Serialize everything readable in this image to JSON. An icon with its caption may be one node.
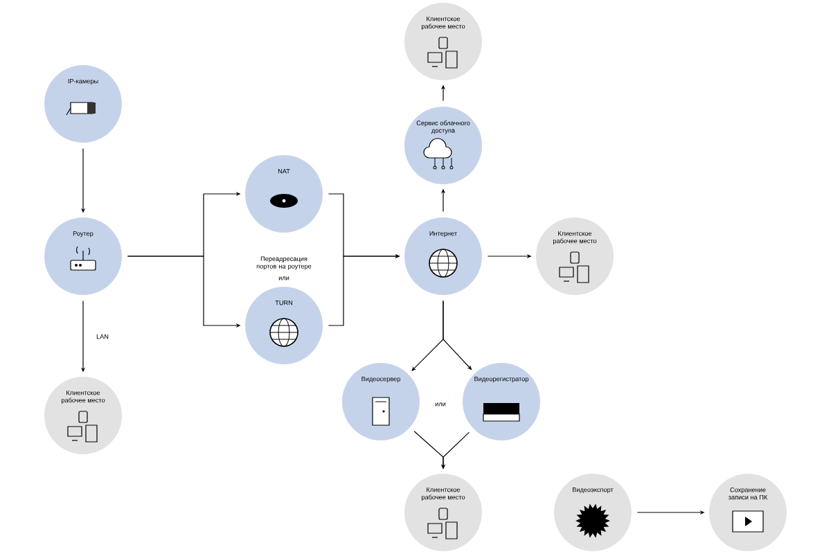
{
  "diagram": {
    "nodes": [
      {
        "text": [
          "IP-камеры"
        ]
      },
      {
        "text": [
          "Роутер"
        ]
      },
      {
        "text": [
          "Клиентское рабочее место"
        ]
      },
      {
        "text": [
          "NAT"
        ]
      },
      {
        "text": [
          "TURN"
        ]
      },
      {
        "text": [
          "Сервис облачного доступа"
        ]
      },
      {
        "text": [
          "Клиентское рабочее место"
        ]
      },
      {
        "text": [
          "Интернет"
        ]
      },
      {
        "text": [
          "Клиентское рабочее место"
        ]
      },
      {
        "text": [
          "Видеосервер"
        ]
      },
      {
        "text": [
          "Видеорегистратор"
        ]
      },
      {
        "text": [
          "Клиентское рабочее место"
        ]
      },
      {
        "text": [
          "Видеоэкспорт"
        ]
      },
      {
        "text": [
          "Сохранение записи на ПК"
        ]
      }
    ],
    "edges": [
      {
        "from": 0,
        "to": 1,
        "arrow": "to"
      },
      {
        "from": 1,
        "to": 2,
        "arrow": "to",
        "label": "LAN"
      },
      {
        "from": 1,
        "to": 3,
        "arrow": "to"
      },
      {
        "from": 1,
        "to": 4,
        "arrow": "to"
      },
      {
        "from": 3,
        "to": 7,
        "arrow": "to"
      },
      {
        "from": 4,
        "to": 7,
        "arrow": "to"
      },
      {
        "from": 7,
        "to": 5,
        "arrow": "to"
      },
      {
        "from": 5,
        "to": 6,
        "arrow": "to"
      },
      {
        "from": 7,
        "to": 8,
        "arrow": "to"
      },
      {
        "from": 7,
        "to": 9,
        "arrow": "to"
      },
      {
        "from": 7,
        "to": 10,
        "arrow": "to"
      },
      {
        "from": 9,
        "to": 11,
        "arrow": "to"
      },
      {
        "from": 10,
        "to": 11,
        "arrow": "to"
      },
      {
        "from": 12,
        "to": 13,
        "arrow": "to"
      }
    ],
    "labels": [
      "Переадресация портов на роутере",
      "или",
      "или"
    ]
  }
}
